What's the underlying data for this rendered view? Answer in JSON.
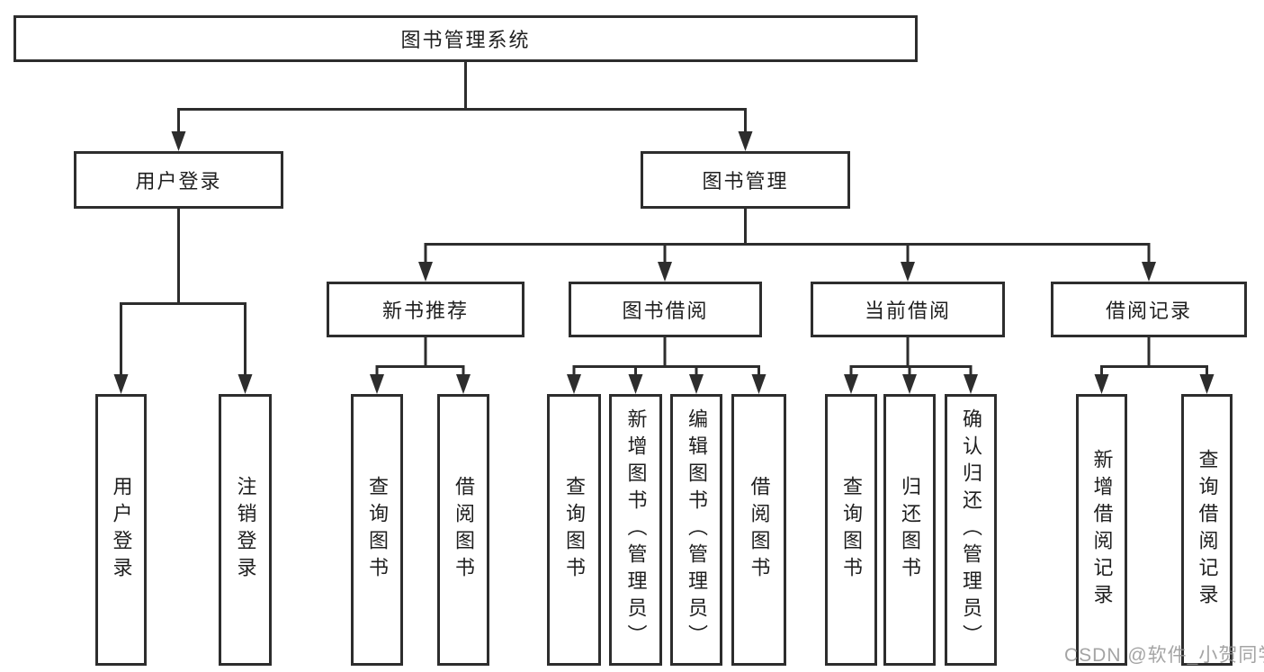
{
  "tree": {
    "label": "图书管理系统",
    "children": [
      {
        "label": "用户登录",
        "children": [
          {
            "label": "用户登录"
          },
          {
            "label": "注销登录"
          }
        ]
      },
      {
        "label": "图书管理",
        "children": [
          {
            "label": "新书推荐",
            "children": [
              {
                "label": "查询图书"
              },
              {
                "label": "借阅图书"
              }
            ]
          },
          {
            "label": "图书借阅",
            "children": [
              {
                "label": "查询图书"
              },
              {
                "label": "新增图书（管理员）"
              },
              {
                "label": "编辑图书（管理员）"
              },
              {
                "label": "借阅图书"
              }
            ]
          },
          {
            "label": "当前借阅",
            "children": [
              {
                "label": "查询图书"
              },
              {
                "label": "归还图书"
              },
              {
                "label": "确认归还（管理员）"
              }
            ]
          },
          {
            "label": "借阅记录",
            "children": [
              {
                "label": "新增借阅记录"
              },
              {
                "label": "查询借阅记录"
              }
            ]
          }
        ]
      }
    ]
  },
  "watermark": {
    "text": "CSDN @软件_小贺同学"
  },
  "colors": {
    "line": "#2d2d2d",
    "text": "#1f1f1f",
    "background": "#ffffff",
    "watermark": "#949494"
  }
}
